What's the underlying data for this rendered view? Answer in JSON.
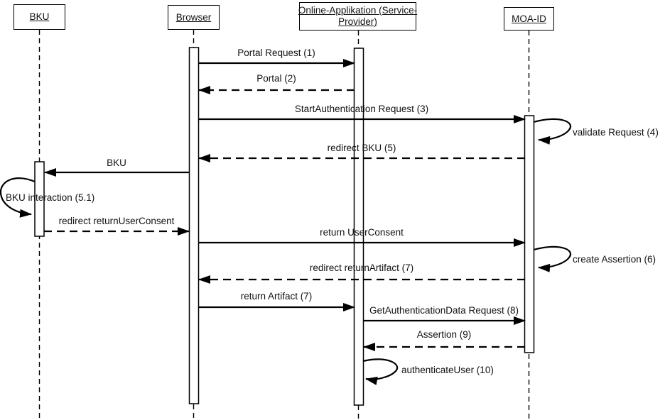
{
  "diagram": {
    "kind": "uml-sequence-diagram",
    "colors": {
      "line": "#000000",
      "background": "#ffffff",
      "text": "#111111"
    },
    "actors": [
      {
        "id": "bku",
        "label": "BKU"
      },
      {
        "id": "browser",
        "label": "Browser"
      },
      {
        "id": "online_app",
        "label": "Online-Applikation (Service-Provider)",
        "label_lines": [
          "Online-Applikation (Service-",
          "Provider)"
        ]
      },
      {
        "id": "moa_id",
        "label": "MOA-ID"
      }
    ],
    "messages": [
      {
        "label": "Portal Request (1)",
        "from": "browser",
        "to": "online_app",
        "style": "solid"
      },
      {
        "label": "Portal (2)",
        "from": "online_app",
        "to": "browser",
        "style": "dashed"
      },
      {
        "label": "StartAuthentication Request (3)",
        "from": "browser",
        "to": "moa_id",
        "style": "solid"
      },
      {
        "label": "validate Request (4)",
        "from": "moa_id",
        "to": "moa_id",
        "style": "self"
      },
      {
        "label": "redirect BKU (5)",
        "from": "moa_id",
        "to": "browser",
        "style": "dashed"
      },
      {
        "label": "BKU",
        "from": "browser",
        "to": "bku",
        "style": "solid"
      },
      {
        "label": "BKU interaction (5.1)",
        "from": "bku",
        "to": "bku",
        "style": "self"
      },
      {
        "label": "redirect returnUserConsent",
        "from": "bku",
        "to": "browser",
        "style": "dashed"
      },
      {
        "label": "return UserConsent",
        "from": "browser",
        "to": "moa_id",
        "style": "solid"
      },
      {
        "label": "create Assertion (6)",
        "from": "moa_id",
        "to": "moa_id",
        "style": "self"
      },
      {
        "label": "redirect returnArtifact (7)",
        "from": "moa_id",
        "to": "browser",
        "style": "dashed"
      },
      {
        "label": "return Artifact (7)",
        "from": "browser",
        "to": "online_app",
        "style": "solid"
      },
      {
        "label": "GetAuthenticationData Request (8)",
        "from": "online_app",
        "to": "moa_id",
        "style": "solid"
      },
      {
        "label": "Assertion (9)",
        "from": "moa_id",
        "to": "online_app",
        "style": "dashed"
      },
      {
        "label": "authenticateUser (10)",
        "from": "online_app",
        "to": "online_app",
        "style": "self"
      }
    ]
  }
}
